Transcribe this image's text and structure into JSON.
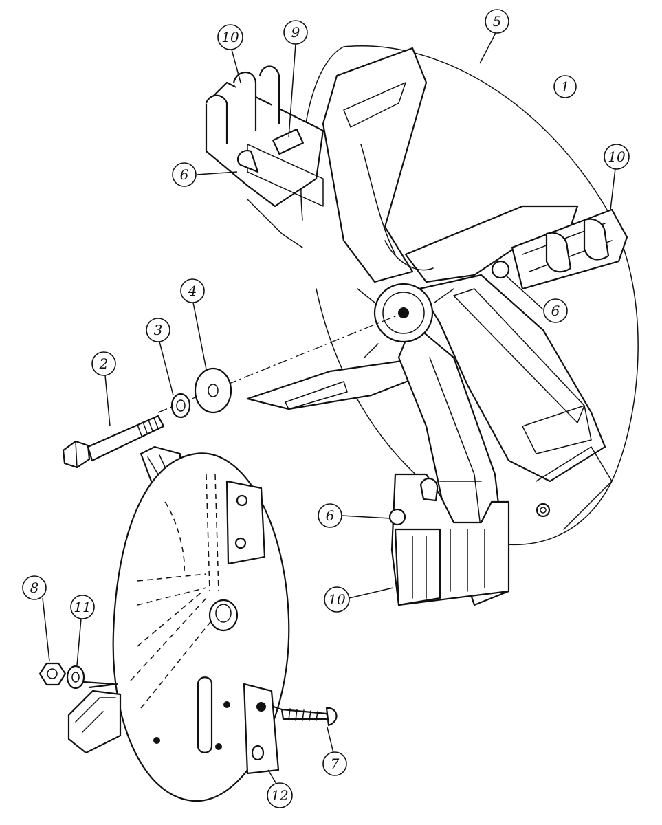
{
  "callouts": [
    {
      "label": "1"
    },
    {
      "label": "2"
    },
    {
      "label": "3"
    },
    {
      "label": "4"
    },
    {
      "label": "5"
    },
    {
      "label": "6"
    },
    {
      "label": "6"
    },
    {
      "label": "6"
    },
    {
      "label": "7"
    },
    {
      "label": "8"
    },
    {
      "label": "9"
    },
    {
      "label": "10"
    },
    {
      "label": "10"
    },
    {
      "label": "10"
    },
    {
      "label": "11"
    },
    {
      "label": "12"
    }
  ]
}
